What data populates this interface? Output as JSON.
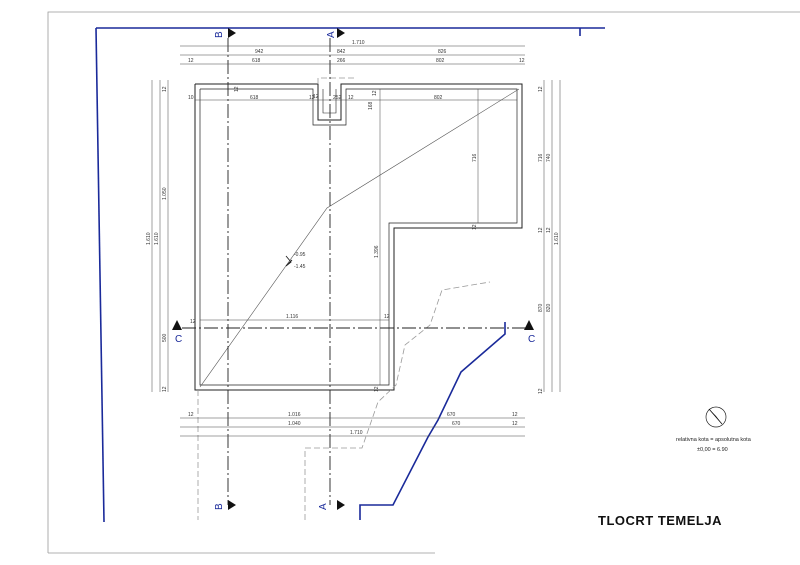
{
  "title": "TLOCRT TEMELJA",
  "colors": {
    "boundary": "#1a2a9a",
    "lines": "#222222",
    "dim": "#444444"
  },
  "sections": {
    "a": "A",
    "b": "B",
    "c": "C"
  },
  "dims_top": {
    "overall": "1.710",
    "row1": [
      "942",
      "842",
      "826"
    ],
    "row2_left": "12",
    "row2": [
      "618",
      "266",
      "802"
    ],
    "row2_right": "12",
    "inner": [
      "618",
      "12",
      "252",
      "12",
      "802"
    ],
    "inner_left": "10",
    "notch_depth": "168"
  },
  "dims_bottom": {
    "row1": [
      "1.016",
      "670"
    ],
    "row1_edges": [
      "12",
      "12"
    ],
    "row2": [
      "1.040",
      "670"
    ],
    "row2_edge": "12",
    "overall": "1.710"
  },
  "dims_left": {
    "outer": "1.610",
    "inner": "1.610",
    "upper": "1.050",
    "lower": "500",
    "ticks": [
      "12",
      "12",
      "12",
      "12"
    ]
  },
  "dims_right": {
    "outer": "1.610",
    "a": "740",
    "b": "716",
    "c": "820",
    "d": "870",
    "ticks": [
      "12",
      "12",
      "12",
      "12"
    ]
  },
  "dims_inner": {
    "v716": "716",
    "v1396": "1.396",
    "h1116": "1.116",
    "t12a": "12",
    "t12b": "12",
    "t12c": "12",
    "t12d": "12",
    "t12e": "12"
  },
  "levels": {
    "up": "-0.95",
    "down": "-1.45"
  },
  "legend": {
    "line1": "relativna kota = apsolutna kota",
    "line2": "±0,00 = 6.90"
  }
}
